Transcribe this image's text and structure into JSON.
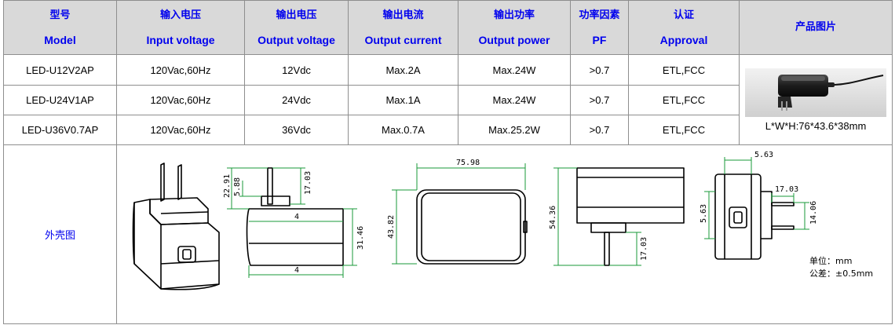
{
  "headers": [
    {
      "zh": "型号",
      "en": "Model"
    },
    {
      "zh": "输入电压",
      "en": "Input voltage"
    },
    {
      "zh": "输出电压",
      "en": "Output voltage"
    },
    {
      "zh": "输出电流",
      "en": "Output current"
    },
    {
      "zh": "输出功率",
      "en": "Output power"
    },
    {
      "zh": "功率因素",
      "en": "PF"
    },
    {
      "zh": "认证",
      "en": "Approval"
    }
  ],
  "photo_header": "产品图片",
  "rows": [
    [
      "LED-U12V2AP",
      "120Vac,60Hz",
      "12Vdc",
      "Max.2A",
      "Max.24W",
      ">0.7",
      "ETL,FCC"
    ],
    [
      "LED-U24V1AP",
      "120Vac,60Hz",
      "24Vdc",
      "Max.1A",
      "Max.24W",
      ">0.7",
      "ETL,FCC"
    ],
    [
      "LED-U36V0.7AP",
      "120Vac,60Hz",
      "36Vdc",
      "Max.0.7A",
      "Max.25.2W",
      ">0.7",
      "ETL,FCC"
    ]
  ],
  "product_size": "L*W*H:76*43.6*38mm",
  "housing_label": "外壳图",
  "drawing": {
    "side_prong_a": "22.91",
    "side_prong_b": "5.88",
    "side_prong_c": "17.03",
    "side_width_top": "4",
    "side_width_bottom": "4",
    "side_height": "31.46",
    "front_length": "75.98",
    "front_height": "43.82",
    "back_height": "54.36",
    "back_prong": "17.03",
    "end_top": "5.63",
    "end_left": "5.63",
    "end_prong": "17.03",
    "end_height": "14.06",
    "unit": "单位：mm",
    "tolerance": "公差：±0.5mm"
  }
}
